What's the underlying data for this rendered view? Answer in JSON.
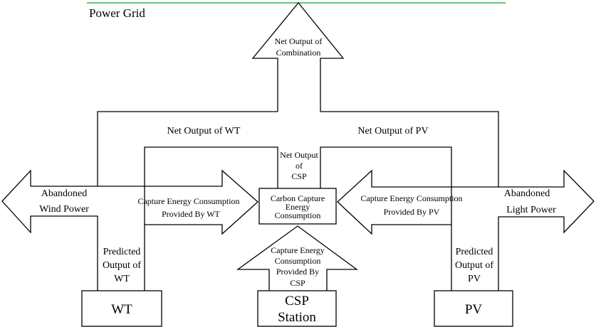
{
  "grid": {
    "label": "Power Grid",
    "line_color": "#2db84b"
  },
  "combination": {
    "line1": "Net Output of",
    "line2": "Combination"
  },
  "flows": {
    "net_output_wt": "Net Output of WT",
    "net_output_pv": "Net Output of PV",
    "net_output_csp": [
      "Net Output",
      "of",
      "CSP"
    ]
  },
  "abandoned_wind": [
    "Abandoned",
    "Wind Power"
  ],
  "abandoned_light": [
    "Abandoned",
    "Light Power"
  ],
  "capture_wt": [
    "Capture Energy Consumption",
    "Provided By WT"
  ],
  "capture_pv": [
    "Capture Energy Consumption",
    "Provided By PV"
  ],
  "capture_csp": [
    "Capture Energy",
    "Consumption",
    "Provided By",
    "CSP"
  ],
  "carbon_capture": [
    "Carbon Capture",
    "Energy",
    "Consumption"
  ],
  "predicted_wt": [
    "Predicted",
    "Output of",
    "WT"
  ],
  "predicted_pv": [
    "Predicted",
    "Output of",
    "PV"
  ],
  "sources": {
    "wt": "WT",
    "csp": [
      "CSP",
      "Station"
    ],
    "pv": "PV"
  }
}
